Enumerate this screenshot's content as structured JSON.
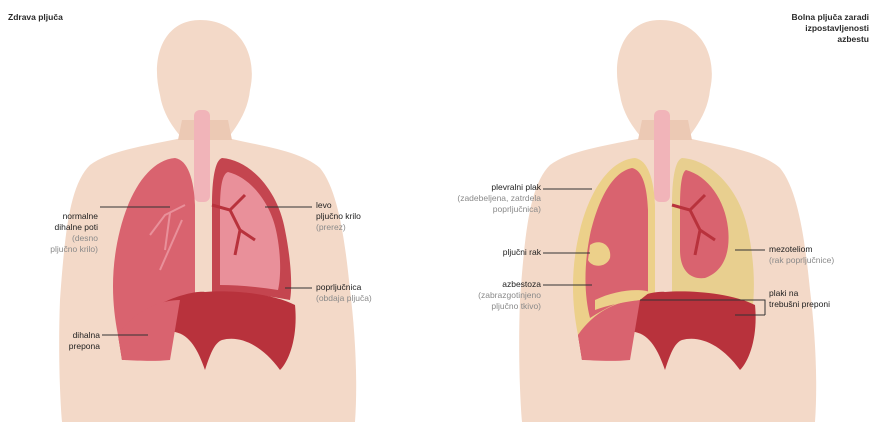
{
  "left_panel": {
    "title": "Zdrava pljuča",
    "labels": {
      "airways_main": "normalne\ndihalne poti",
      "airways_sub": "(desno\npljučno krilo)",
      "lobe_main": "levo\npljučno krilo",
      "lobe_sub": "(prerez)",
      "pleura_main": "poprljučnica",
      "pleura_sub": "(obdaja pljuča)",
      "diaphragm_main": "dihalna\nprepona"
    }
  },
  "right_panel": {
    "title": "Bolna pljuča zaradi\nizpostavljenosti\nazbestu",
    "labels": {
      "plaque_main": "plevralni plak",
      "plaque_sub": "(zadebeljena, zatrdela\npoprljučnica)",
      "cancer_main": "pljučni rak",
      "asbestosis_main": "azbestoza",
      "asbestosis_sub": "(zabrazgotinjeno\npljučno tkivo)",
      "meso_main": "mezoteliom",
      "meso_sub": "(rak poprljučnice)",
      "diaphragm_plaques_main": "plaki na\ntrebušni preponi"
    }
  },
  "colors": {
    "skin": "#f3d9c8",
    "skin_shadow": "#ecc9b4",
    "lung": "#d9636f",
    "lung_dark": "#c4454f",
    "lung_inner": "#e9909a",
    "diaphragm": "#b8323c",
    "trachea": "#f1b4b9",
    "plaque": "#ecd08a",
    "meso": "#e8cf8f"
  }
}
